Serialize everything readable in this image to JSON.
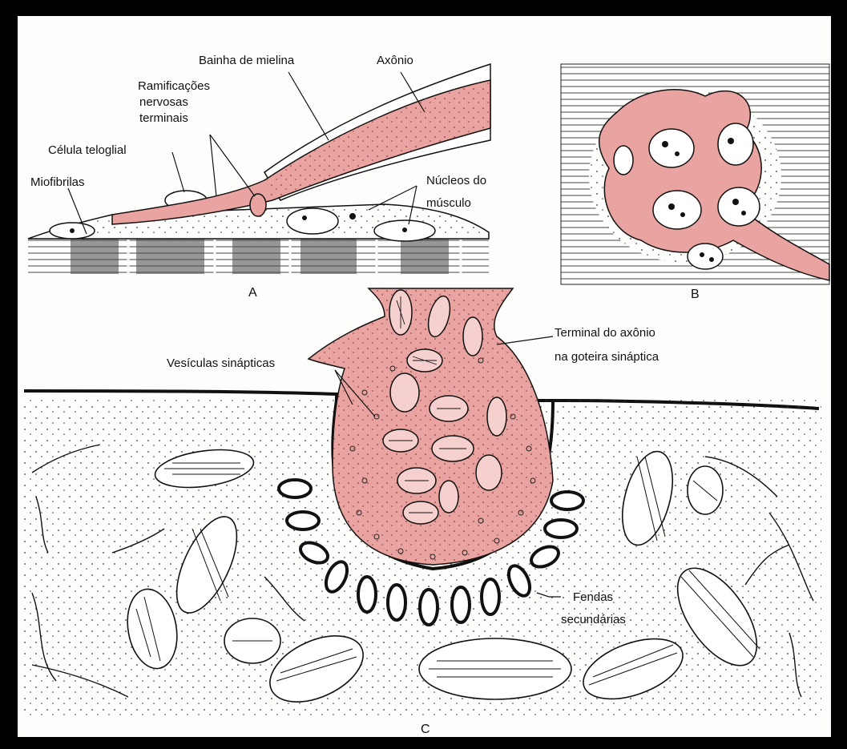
{
  "figure": {
    "panel_labels": {
      "a": "A",
      "b": "B",
      "c": "C"
    },
    "colors": {
      "background": "#000000",
      "paper": "#fdfdfb",
      "axon": "#e9a3a0",
      "ink": "#111111"
    },
    "labels": {
      "bainha": "Bainha de mielina",
      "axonio": "Axônio",
      "ramificacoes_1": "Ramificações",
      "ramificacoes_2": "nervosas",
      "ramificacoes_3": "terminais",
      "celula_teloglial": "Célula teloglial",
      "miofibrilas": "Miofibrilas",
      "nucleos_1": "Núcleos do",
      "nucleos_2": "músculo",
      "terminal_1": "Terminal do axônio",
      "terminal_2": "na goteira sináptica",
      "vesiculas": "Vesículas sinápticas",
      "fendas_1": "Fendas",
      "fendas_2": "secundárias"
    }
  }
}
